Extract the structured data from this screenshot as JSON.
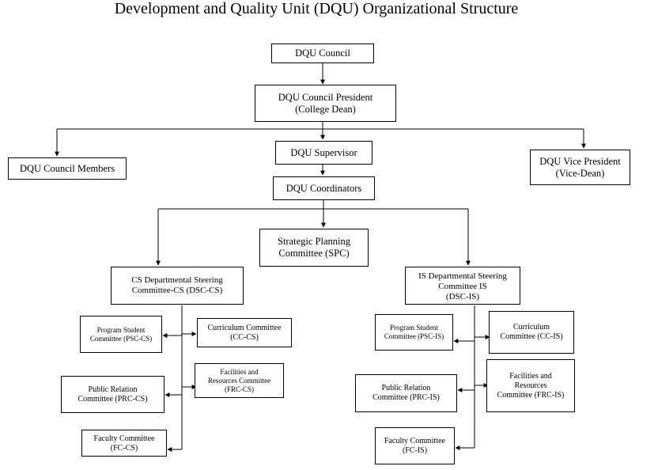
{
  "title": "Development and Quality Unit (DQU) Organizational Structure",
  "nodes": {
    "council": {
      "line1": "DQU Council"
    },
    "president": {
      "line1": "DQU Council President",
      "line2": "(College Dean)"
    },
    "members": {
      "line1": "DQU Council Members"
    },
    "supervisor": {
      "line1": "DQU Supervisor"
    },
    "vice_president": {
      "line1": "DQU Vice President",
      "line2": "(Vice-Dean)"
    },
    "coordinators": {
      "line1": "DQU Coordinators"
    },
    "spc": {
      "line1": "Strategic Planning",
      "line2": "Committee (SPC)"
    },
    "dsc_cs": {
      "line1": "CS Departmental Steering",
      "line2": "Committee-CS (DSC-CS)"
    },
    "dsc_is": {
      "line1": "IS Departmental Steering",
      "line2": "Committee IS",
      "line3": "(DSC-IS)"
    },
    "psc_cs": {
      "line1": "Program Student",
      "line2": "Committee (PSC-CS)"
    },
    "cc_cs": {
      "line1": "Curriculum Committee",
      "line2": "(CC-CS)"
    },
    "prc_cs": {
      "line1": "Public Relation",
      "line2": "Committee (PRC-CS)"
    },
    "frc_cs": {
      "line1": "Facilities and",
      "line2": "Resources Committee",
      "line3": "(FRC-CS)"
    },
    "fc_cs": {
      "line1": "Faculty Committee",
      "line2": "(FC-CS)"
    },
    "psc_is": {
      "line1": "Program Student",
      "line2": "Committee (PSC-IS)"
    },
    "cc_is": {
      "line1": "Curriculum",
      "line2": "Committee (CC-IS)"
    },
    "prc_is": {
      "line1": "Public Relation",
      "line2": "Committee (PRC-IS)"
    },
    "frc_is": {
      "line1": "Facilities and",
      "line2": "Resources",
      "line3": "Committee (FRC-IS)"
    },
    "fc_is": {
      "line1": "Faculty Committee",
      "line2": "(FC-IS)"
    }
  }
}
